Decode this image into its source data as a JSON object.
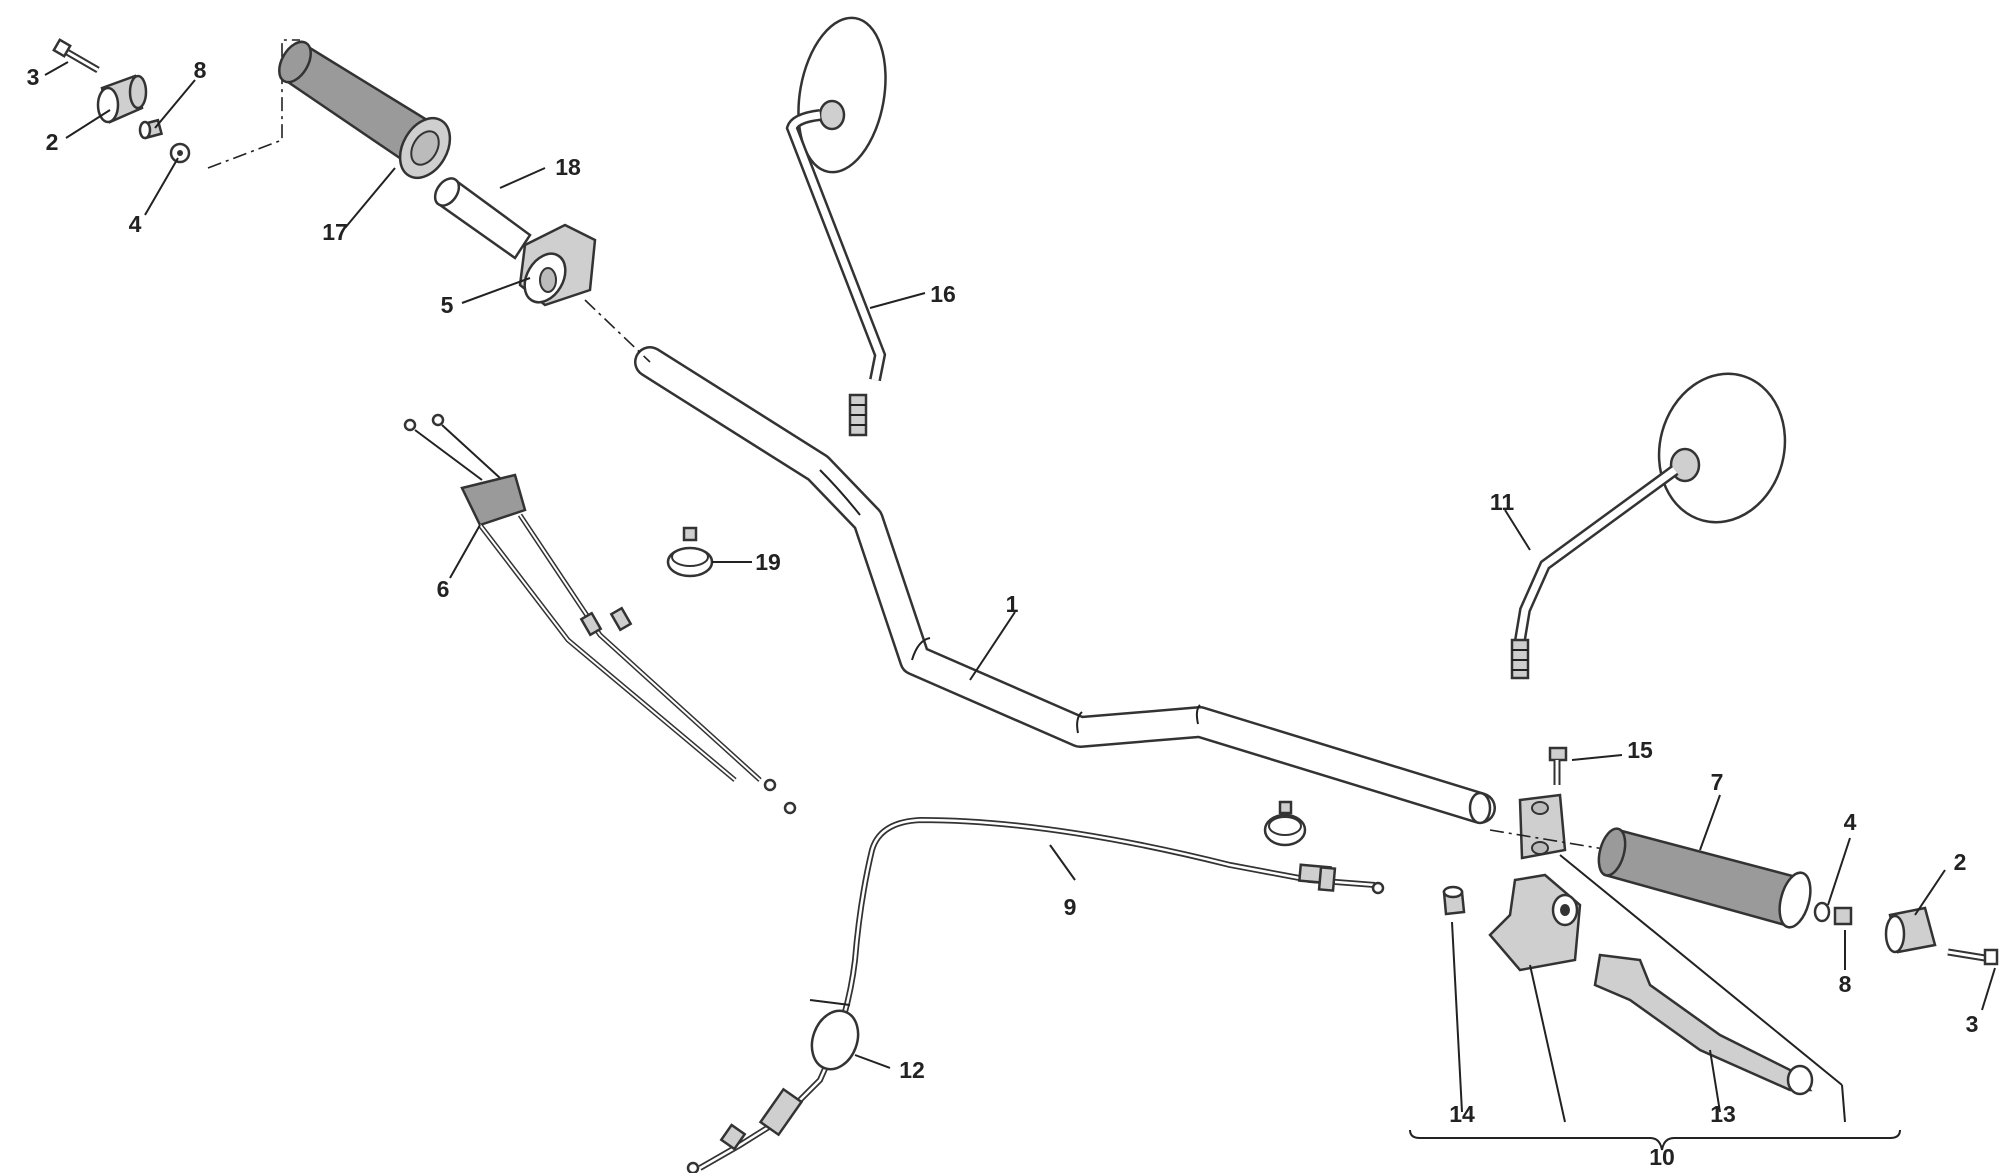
{
  "callouts": {
    "bar": "1",
    "weight_left": "2",
    "weight_right": "2",
    "screw_left": "3",
    "screw_right": "3",
    "washer_left": "4",
    "washer_right": "4",
    "throttle_housing": "5",
    "throttle_cable": "6",
    "grip_right": "7",
    "spacer_left": "8",
    "spacer_right": "8",
    "clutch_cable": "9",
    "clutch_assembly": "10",
    "mirror_right": "11",
    "clip_cable": "12",
    "lever": "13",
    "bushing": "14",
    "clamp_screw": "15",
    "mirror_left": "16",
    "grip_left": "17",
    "throttle_tube": "18",
    "band_clamp": "19"
  }
}
